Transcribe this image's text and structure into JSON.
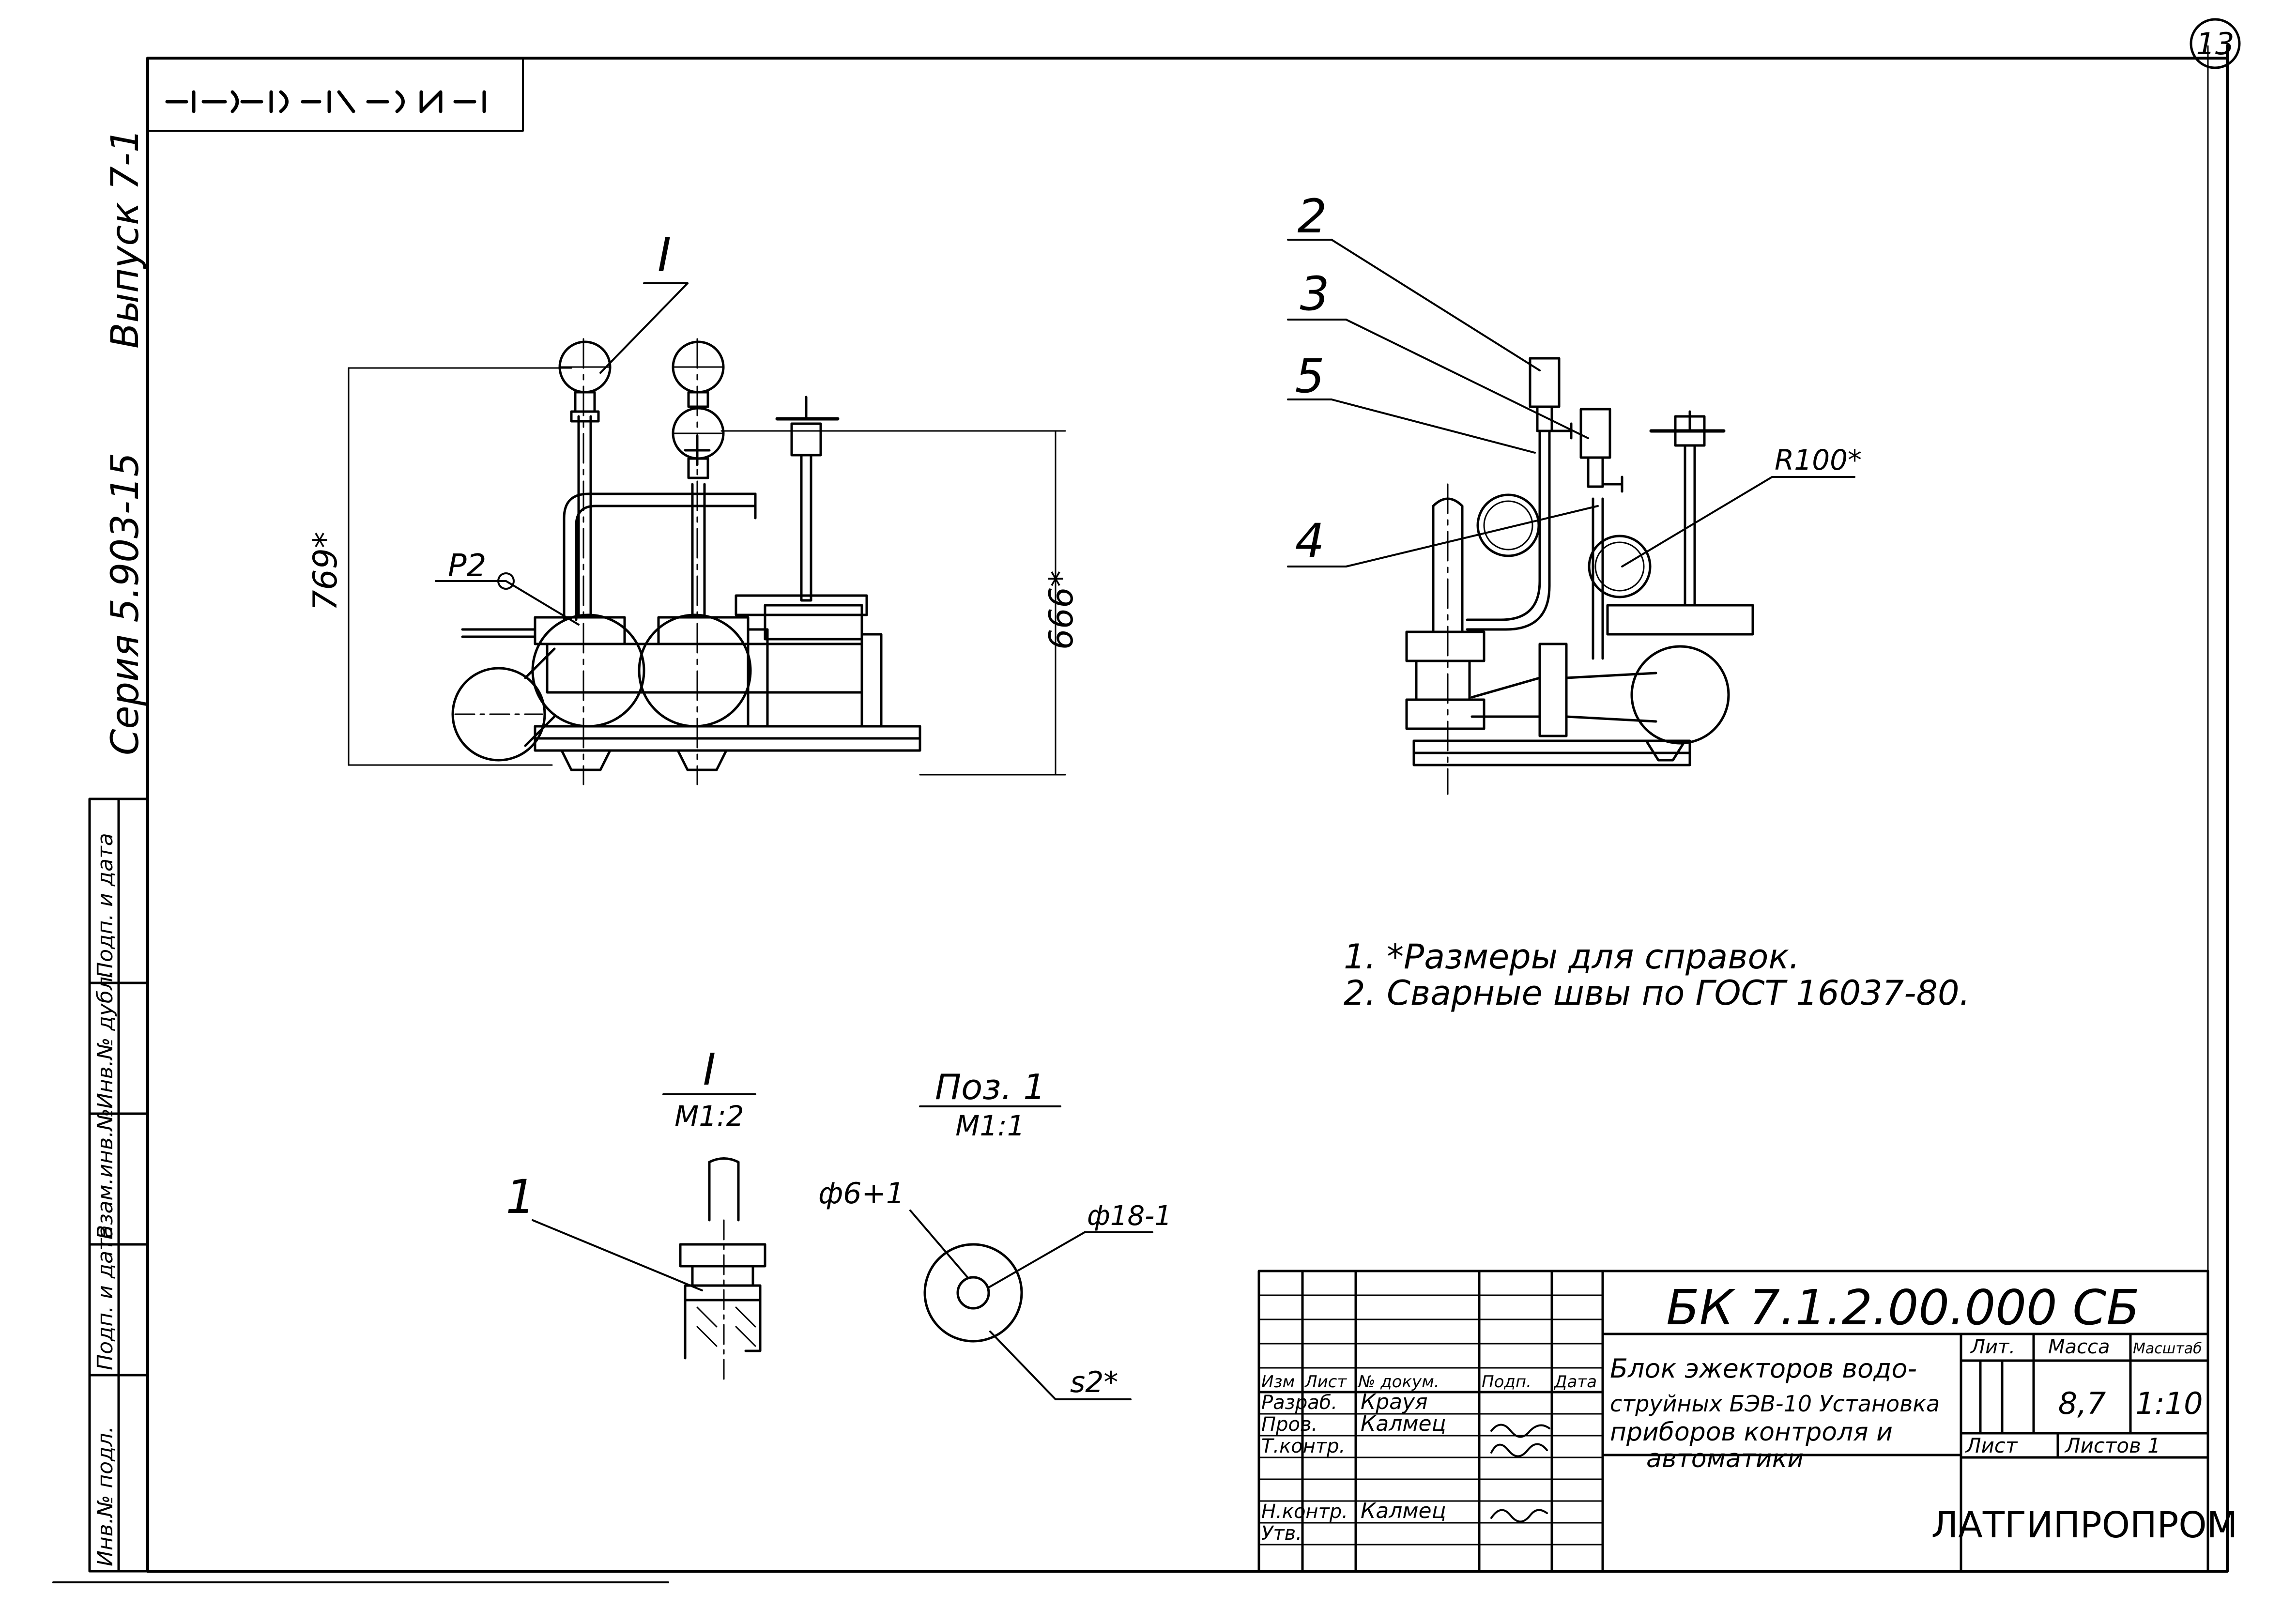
{
  "sheet_number": "13",
  "margin_labels": {
    "vypusk": "Выпуск 7-1",
    "seriya": "Серия 5.903-15"
  },
  "stamp_columns": [
    "Инв.№ подл.",
    "Подп. и дата",
    "Взам.инв.№",
    "Инв.№ дубл.",
    "Подп. и дата"
  ],
  "views": {
    "left": {
      "detail_mark": "I",
      "item_label": "Р2",
      "dim_left": "769*",
      "dim_right": "666*"
    },
    "right": {
      "callouts": [
        "2",
        "3",
        "5",
        "4"
      ],
      "radius_label": "R100*"
    }
  },
  "notes": [
    "1. *Размеры для справок.",
    "2. Сварные швы по ГОСТ 16037-80."
  ],
  "details": {
    "detail_I": {
      "title": "I",
      "scale": "М1:2",
      "callout": "1"
    },
    "pos_1": {
      "title": "Поз. 1",
      "scale": "М1:1",
      "dim_hole": "ф6+1",
      "dim_outer": "ф18-1",
      "dim_thickness": "s2*"
    }
  },
  "title_block": {
    "designation": "БК 7.1.2.00.000 СБ",
    "name_line1": "Блок эжекторов водо-",
    "name_line2": "струйных БЭВ-10 Установка",
    "name_line3": "приборов контроля и",
    "name_line4": "автоматики",
    "col_headers": [
      "Изм",
      "Лист",
      "№ докум.",
      "Подп.",
      "Дата"
    ],
    "rows": [
      {
        "role": "Разраб.",
        "name": "Крауя"
      },
      {
        "role": "Пров.",
        "name": "Калмец"
      },
      {
        "role": "Т.контр.",
        "name": ""
      },
      {
        "role": "Н.контр.",
        "name": "Калмец"
      },
      {
        "role": "Утв.",
        "name": ""
      }
    ],
    "lit_label": "Лит.",
    "mass_label": "Масса",
    "scale_label": "Масштаб",
    "mass_value": "8,7",
    "scale_value": "1:10",
    "sheet_label": "Лист",
    "sheets_label": "Листов 1",
    "organization": "ЛАТГИПРОПРОМ"
  }
}
